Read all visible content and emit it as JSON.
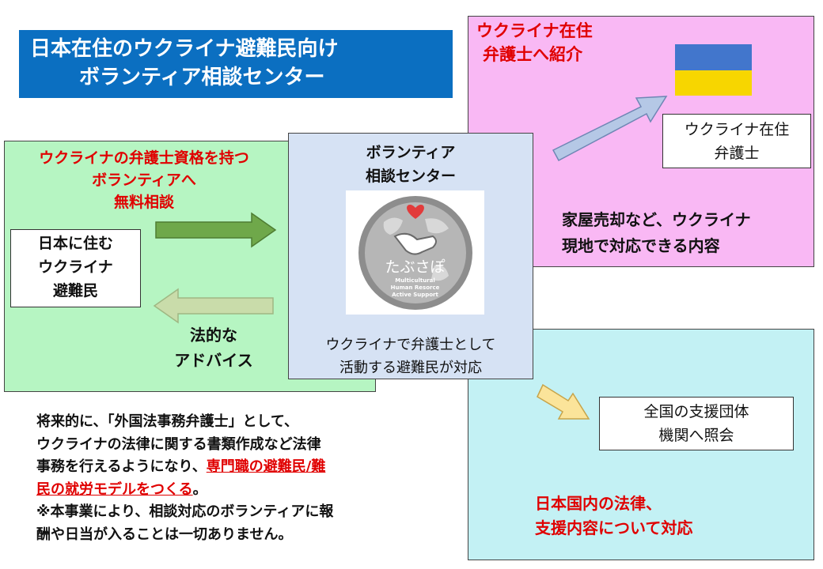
{
  "title": {
    "line1": "日本在住のウクライナ避難民向け",
    "line2": "ボランティア相談センター"
  },
  "pink_panel": {
    "heading_line1": "ウクライナ在住",
    "heading_line2": "弁護士へ紹介",
    "box_line1": "ウクライナ在住",
    "box_line2": "弁護士",
    "desc_line1": "家屋売却など、ウクライナ",
    "desc_line2": "現地で対応できる内容"
  },
  "green_panel": {
    "heading_line1": "ウクライナの弁護士資格を持つ",
    "heading_line2": "ボランティアへ",
    "heading_line3": "無料相談",
    "box_line1": "日本に住む",
    "box_line2": "ウクライナ",
    "box_line3": "避難民",
    "advice_line1": "法的な",
    "advice_line2": "アドバイス"
  },
  "center_panel": {
    "title_line1": "ボランティア",
    "title_line2": "相談センター",
    "logo_kana": "たぶさぽ",
    "logo_en_line1": "Multicultural",
    "logo_en_line2": "Human Resorce",
    "logo_en_line3": "Active Support",
    "caption_line1": "ウクライナで弁護士として",
    "caption_line2": "活動する避難民が対応"
  },
  "cyan_panel": {
    "box_line1": "全国の支援団体",
    "box_line2": "機関へ照会",
    "desc_line1": "日本国内の法律、",
    "desc_line2": "支援内容について対応"
  },
  "note": {
    "line1": "将来的に、「外国法事務弁護士」として、",
    "line2": "ウクライナの法律に関する書類作成など法律",
    "line3_plain": "事務を行えるようになり、",
    "line3_red": "専門職の避難民/難",
    "line4_red": "民の就労モデルをつくる",
    "line4_plain": "。",
    "line5": "※本事業により、相談対応のボランティアに報",
    "line6": "酬や日当が入ることは一切ありません。"
  },
  "colors": {
    "title_bg": "#0b6fc1",
    "pink_panel": "#f9b8f4",
    "cyan_panel": "#c3f1f4",
    "green_panel": "#b6f5c2",
    "center_panel": "#d6e2f4",
    "emphasis_red": "#e00000",
    "flag_blue": "#4276cc",
    "flag_yellow": "#f7d600"
  }
}
